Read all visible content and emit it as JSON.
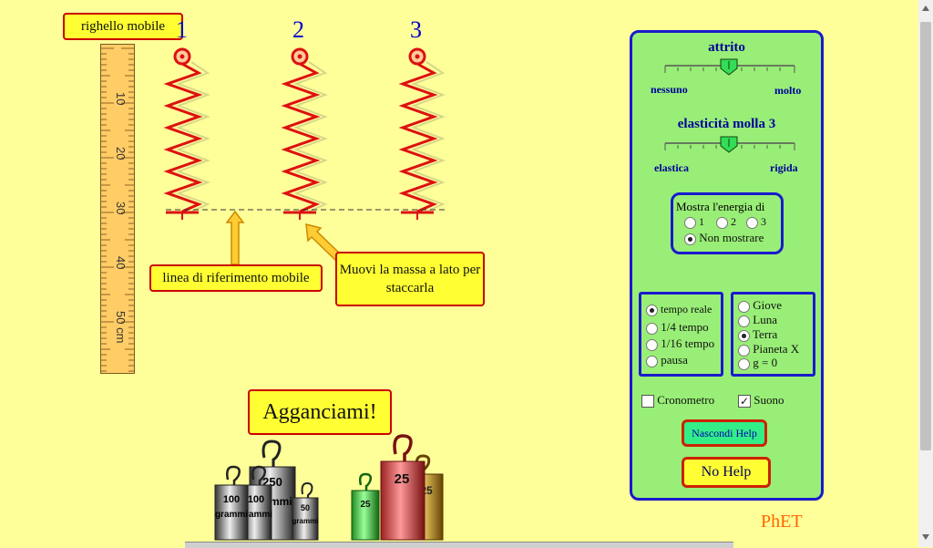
{
  "ruler": {
    "label": "righello mobile",
    "ticks": [
      "10",
      "20",
      "30",
      "40",
      "50 cm"
    ]
  },
  "springs": {
    "labels": [
      "1",
      "2",
      "3"
    ]
  },
  "reference_line": {
    "label": "linea di riferimento mobile"
  },
  "drag_hint": {
    "label": "Muovi la massa a lato per staccarla"
  },
  "hook_hint": {
    "label": "Agganciami!"
  },
  "masses": [
    {
      "label": "100",
      "sub": "grammi"
    },
    {
      "label": "100",
      "sub": "grammi"
    },
    {
      "label": "250",
      "sub": "grammi"
    },
    {
      "label": "50",
      "sub": "grammi"
    },
    {
      "label": "25",
      "sub": ""
    },
    {
      "label": "25",
      "sub": ""
    },
    {
      "label": "25",
      "sub": ""
    }
  ],
  "controls": {
    "friction": {
      "title": "attrito",
      "min_label": "nessuno",
      "max_label": "molto",
      "level": 0.5
    },
    "stiffness": {
      "title": "elasticità molla 3",
      "min_label": "elastica",
      "max_label": "rigida",
      "level": 0.5
    },
    "energy": {
      "title": "Mostra l'energia di",
      "options": [
        "1",
        "2",
        "3",
        "Non mostrare"
      ],
      "selected": "Non mostrare"
    },
    "time": {
      "options": [
        "tempo reale",
        "1/4 tempo",
        "1/16 tempo",
        "pausa"
      ],
      "selected": "tempo reale"
    },
    "gravity": {
      "options": [
        "Giove",
        "Luna",
        "Terra",
        "Pianeta X",
        "g = 0"
      ],
      "selected": "Terra"
    },
    "stopwatch": {
      "label": "Cronometro",
      "checked": false
    },
    "sound": {
      "label": "Suono",
      "checked": true
    },
    "hide_help_button": "Nascondi Help",
    "no_help_button": "No Help"
  },
  "logo": "PhET",
  "colors": {
    "background": "#ffff99",
    "panel": "#99ee77",
    "panel_border": "#1a1acc",
    "spring": "#dd1111",
    "help_box": "#ffff33"
  }
}
